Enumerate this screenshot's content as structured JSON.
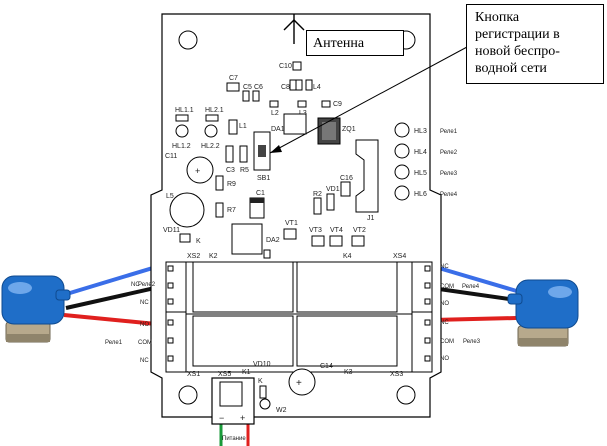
{
  "callouts": {
    "antenna": "Антенна",
    "button_line1": "Кнопка",
    "button_line2": "регистрации в",
    "button_line3": "новой беспро-",
    "button_line4": "водной сети"
  },
  "components": {
    "c10": "C10",
    "c7": "C7",
    "c5": "C5",
    "c6": "C6",
    "c8": "C8",
    "l4": "L4",
    "l2": "L2",
    "l3": "L3",
    "c9": "C9",
    "da1": "DA1",
    "zq1": "ZQ1",
    "hl11": "HL1.1",
    "hl21": "HL2.1",
    "hl12": "HL1.2",
    "hl22": "HL2.2",
    "l1": "L1",
    "c11": "C11",
    "c3": "C3",
    "r5": "R5",
    "sb1": "SB1",
    "r9": "R9",
    "c1": "C1",
    "l5": "L5",
    "r7": "R7",
    "r2": "R2",
    "vd1": "VD1",
    "c16": "C16",
    "j1": "J1",
    "vd11": "VD11",
    "k": "K",
    "da2": "DA2",
    "vt1": "VT1",
    "vt3": "VT3",
    "vt4": "VT4",
    "vt2": "VT2",
    "k4": "K4",
    "xs2": "XS2",
    "k2": "K2",
    "xs4": "XS4",
    "xs1": "XS1",
    "k1": "K1",
    "xs5": "XS5",
    "vd10": "VD10",
    "c14": "C14",
    "k3": "K3",
    "xs3": "XS3",
    "w2": "W2",
    "plus": "+",
    "minus": "−",
    "power": "Питание"
  },
  "indicators": [
    {
      "label": "HL3",
      "relay": "Реле1"
    },
    {
      "label": "HL4",
      "relay": "Реле2"
    },
    {
      "label": "HL5",
      "relay": "Реле3"
    },
    {
      "label": "HL6",
      "relay": "Реле4"
    }
  ],
  "terminals": {
    "nc": "NC",
    "com": "COM",
    "no": "NO",
    "relay1": "Реле1",
    "relay2": "Реле2",
    "relay3": "Реле3",
    "relay4": "Реле4"
  },
  "colors": {
    "wire_blue": "#3a6ee8",
    "wire_black": "#111111",
    "wire_red": "#e0201e",
    "wire_green": "#1a9a3a",
    "valve_blue": "#1f6ec8",
    "valve_brass": "#b7a98c"
  }
}
